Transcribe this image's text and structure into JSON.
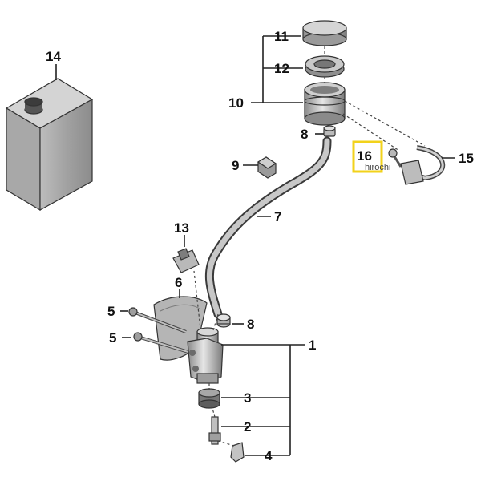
{
  "callouts": {
    "c1": "1",
    "c2": "2",
    "c3": "3",
    "c4": "4",
    "c5a": "5",
    "c5b": "5",
    "c6": "6",
    "c7": "7",
    "c8a": "8",
    "c8b": "8",
    "c9": "9",
    "c10": "10",
    "c11": "11",
    "c12": "12",
    "c13": "13",
    "c14": "14",
    "c15": "15",
    "c16": "16"
  },
  "watermark": "hirochi",
  "colors": {
    "highlight": "#f2d21b",
    "part_light": "#d9d9d9",
    "part_mid": "#a9a9a9",
    "part_dark": "#6d6d6d"
  }
}
